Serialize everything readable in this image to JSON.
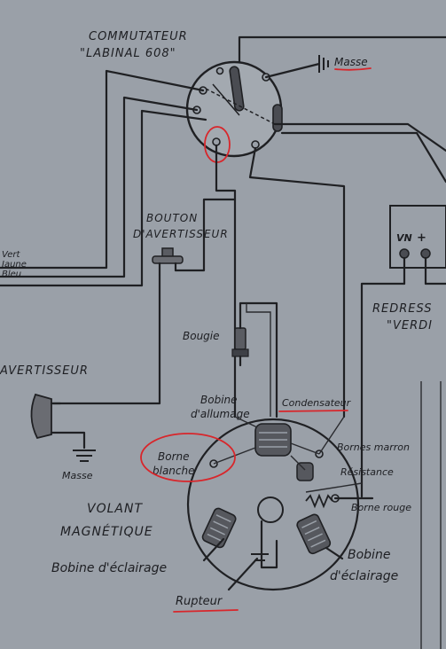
{
  "labels": {
    "commutateur_line1": "COMMUTATEUR",
    "commutateur_line2": "\"LABINAL 608\"",
    "masse_top": "Masse",
    "bouton_line1": "BOUTON",
    "bouton_line2": "D'AVERTISSEUR",
    "wire_vert": "Vert",
    "wire_jaune": "Jaune",
    "wire_bleu": "Bleu",
    "vn": "VN",
    "plus": "+",
    "redresseur_line1": "REDRESS",
    "redresseur_line2": "\"VERDI",
    "bougie": "Bougie",
    "avertisseur": "AVERTISSEUR",
    "masse_left": "Masse",
    "bobine_allumage_line1": "Bobine",
    "bobine_allumage_line2": "d'allumage",
    "condensateur": "Condensateur",
    "bornes_marron": "Bornes marron",
    "resistance": "Résistance",
    "borne_rouge": "Borne rouge",
    "borne_blanche_line1": "Borne",
    "borne_blanche_line2": "blanche",
    "volant_line1": "VOLANT",
    "volant_line2": "MAGNÉTIQUE",
    "bobine_eclairage_left": "Bobine d'éclairage",
    "bobine_eclairage_right_line1": "Bobine",
    "bobine_eclairage_right_line2": "d'éclairage",
    "rupteur": "Rupteur"
  },
  "colors": {
    "paper": "#9aa0a8",
    "ink": "#1f2023",
    "annotation": "#d8262b"
  }
}
